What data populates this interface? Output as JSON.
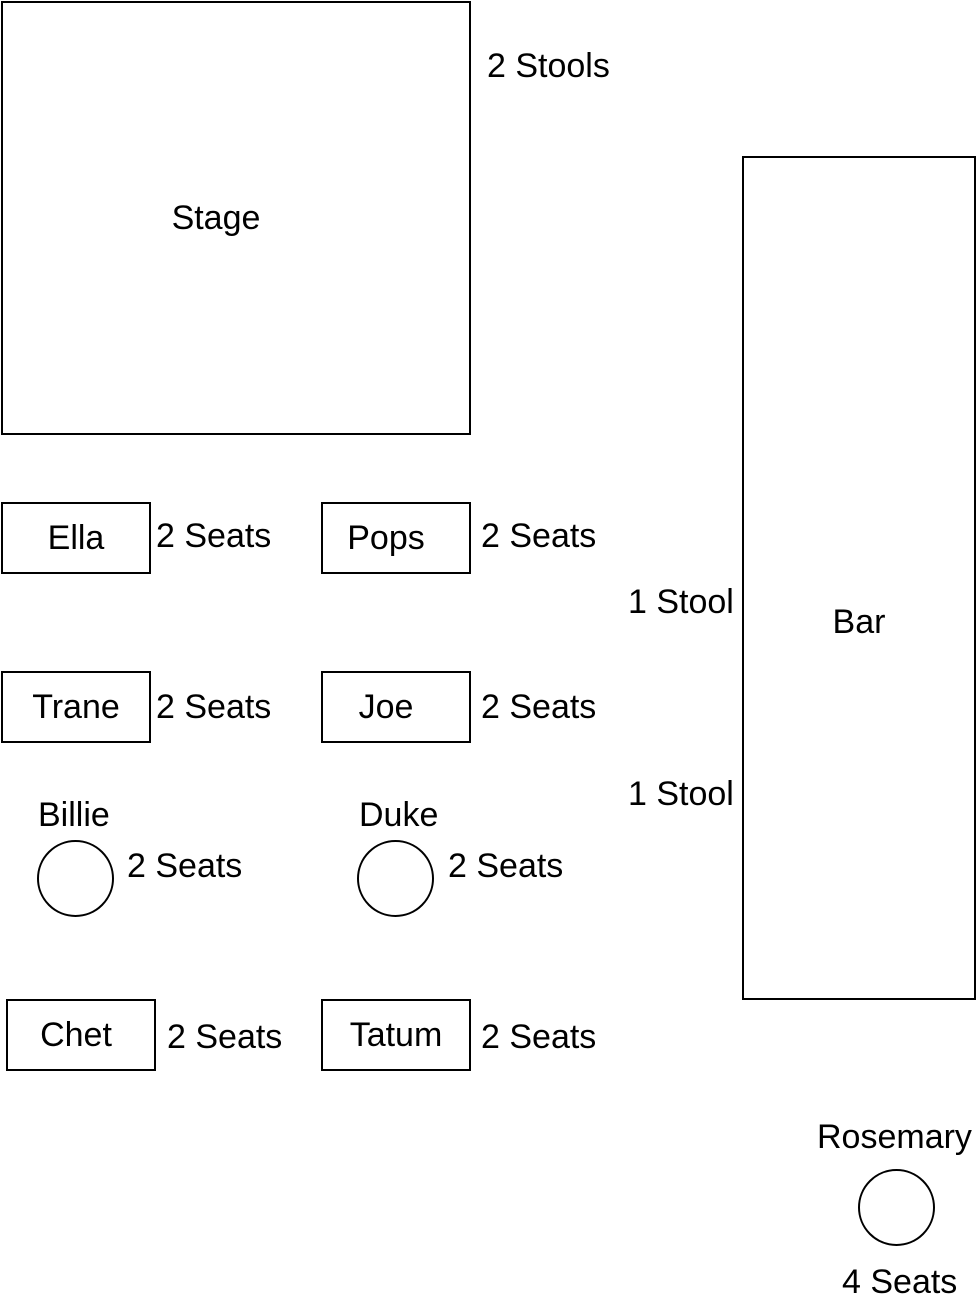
{
  "stage": {
    "label": "Stage",
    "stools": "2 Stools"
  },
  "bar": {
    "label": "Bar",
    "stool_upper": "1 Stool",
    "stool_lower": "1 Stool"
  },
  "tables": {
    "ella": {
      "name": "Ella",
      "seats": "2 Seats",
      "shape": "rectangle"
    },
    "pops": {
      "name": "Pops",
      "seats": "2 Seats",
      "shape": "rectangle"
    },
    "trane": {
      "name": "Trane",
      "seats": "2 Seats",
      "shape": "rectangle"
    },
    "joe": {
      "name": "Joe",
      "seats": "2 Seats",
      "shape": "rectangle"
    },
    "billie": {
      "name": "Billie",
      "seats": "2 Seats",
      "shape": "circle"
    },
    "duke": {
      "name": "Duke",
      "seats": "2 Seats",
      "shape": "circle"
    },
    "chet": {
      "name": "Chet",
      "seats": "2 Seats",
      "shape": "rectangle"
    },
    "tatum": {
      "name": "Tatum",
      "seats": "2 Seats",
      "shape": "rectangle"
    },
    "rosemary": {
      "name": "Rosemary",
      "seats": "4 Seats",
      "shape": "circle"
    }
  }
}
